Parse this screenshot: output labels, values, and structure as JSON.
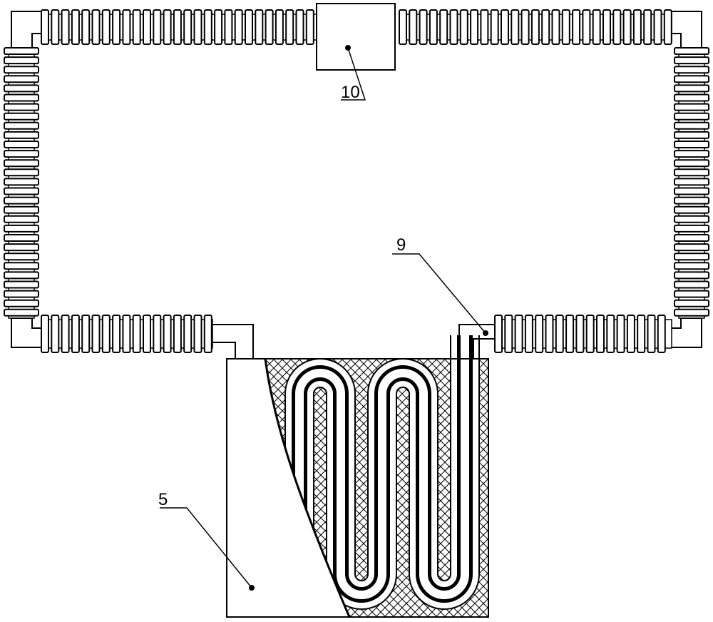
{
  "labels": {
    "box": "10",
    "pipe": "9",
    "tank": "5"
  },
  "colors": {
    "line": "#000000",
    "background": "#ffffff"
  }
}
